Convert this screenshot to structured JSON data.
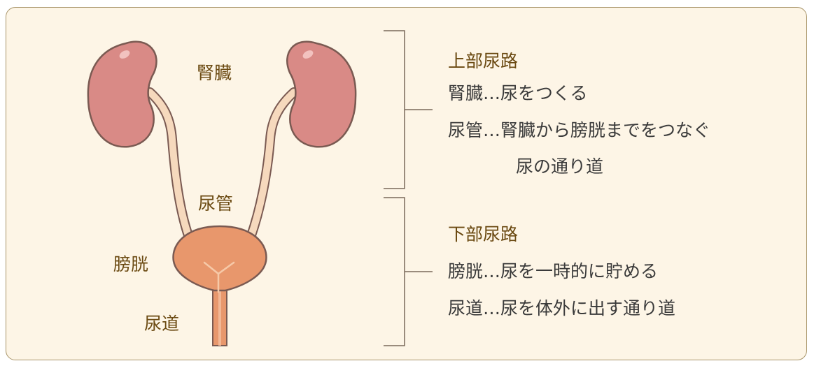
{
  "organ_labels": {
    "kidney": "腎臓",
    "ureter": "尿管",
    "bladder": "膀胱",
    "urethra": "尿道"
  },
  "upper": {
    "heading": "上部尿路",
    "line1": "腎臓…尿をつくる",
    "line2": "尿管…腎臓から膀胱までをつなぐ",
    "line3": "尿の通り道"
  },
  "lower": {
    "heading": "下部尿路",
    "line1": "膀胱…尿を一時的に貯める",
    "line2": "尿道…尿を体外に出す通り道"
  },
  "colors": {
    "background": "#fdf5e6",
    "border": "#a89468",
    "kidney": "#d98a86",
    "ureter": "#f6d9bd",
    "bladder": "#e8976c",
    "outline": "#7a5a52",
    "label": "#6b4a12",
    "text": "#3a3a3a",
    "bracket": "#7a6a5a"
  }
}
